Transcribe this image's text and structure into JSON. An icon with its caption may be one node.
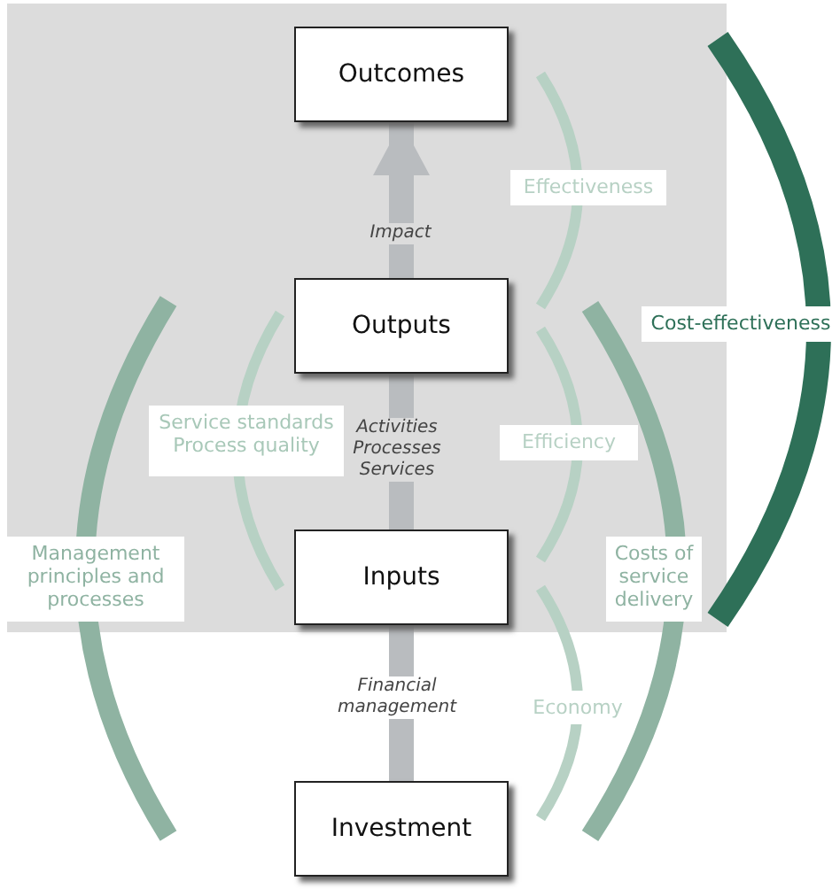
{
  "diagram": {
    "nodes": [
      {
        "text": [
          "Outcomes"
        ]
      },
      {
        "text": [
          "Outputs"
        ]
      },
      {
        "text": [
          "Inputs"
        ]
      },
      {
        "text": [
          "Investment"
        ]
      }
    ],
    "edges": [
      {
        "from": 1,
        "to": 0,
        "arrow": "to",
        "label": "Impact"
      },
      {
        "from": 2,
        "to": 1,
        "arrow": "none",
        "label": "Activities Processes Services"
      },
      {
        "from": 3,
        "to": 2,
        "arrow": "none",
        "label": "Financial management"
      }
    ],
    "labels": [
      "Effectiveness",
      "Cost-effectiveness",
      "Service standards Process quality",
      "Efficiency",
      "Management principles and processes",
      "Costs of service delivery",
      "Economy"
    ]
  }
}
